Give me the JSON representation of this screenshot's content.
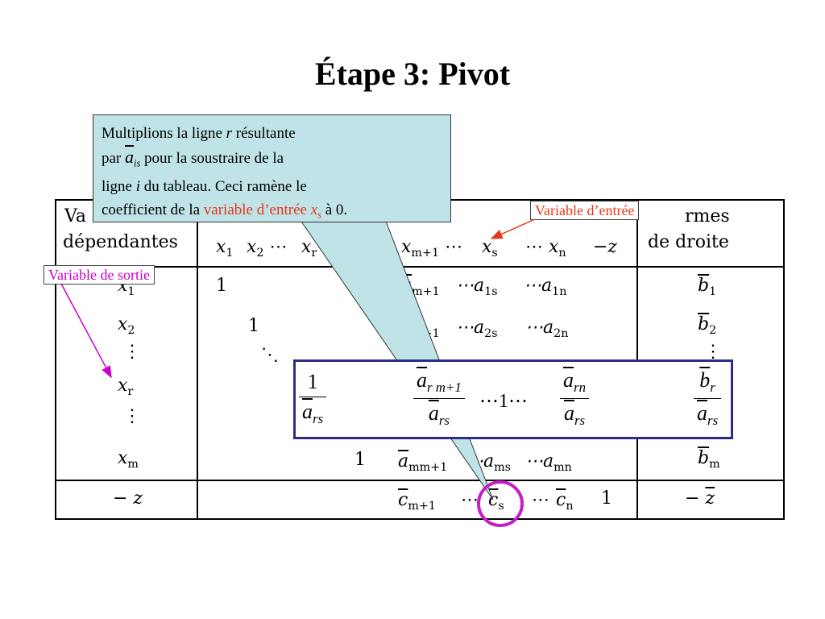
{
  "slide": {
    "title": "Étape 3: Pivot"
  },
  "table": {
    "header": {
      "col1_line1": "Va",
      "col1_line2": "dépendantes",
      "col3_line1": "rmes",
      "col3_line2": "de droite"
    },
    "vars_header": [
      "x",
      "1",
      "x",
      "2",
      "⋯",
      "x",
      "r",
      "x",
      "m+1",
      "⋯",
      "x",
      "s",
      "⋯",
      "x",
      "n",
      "−z"
    ],
    "left_rows": [
      "x",
      "1",
      "x",
      "2",
      "⋮",
      "x",
      "r",
      "⋮",
      "x",
      "m"
    ],
    "rhs_rows": [
      "b",
      "1",
      "b",
      "2",
      "⋮",
      "b",
      "m"
    ],
    "cells": {
      "r1_one": "1",
      "r1_a1m1": "a",
      "r1_sub_m1": "m+1",
      "r1_a1s": "⋯a",
      "r1_sub_1s": "1s",
      "r1_a1n": "⋯a",
      "r1_sub_1n": "1n",
      "r2_one": "1",
      "r2_a2m1": "a",
      "r2_sub_m1": "m+1",
      "r2_a2s": "⋯a",
      "r2_sub_2s": "2s",
      "r2_a2n": "⋯a",
      "r2_sub_2n": "2n",
      "diag_dots": "⋱",
      "rm_one": "1",
      "rm_amm1": "a",
      "rm_sub_mm1": "mm+1",
      "rm_ams": "⋯a",
      "rm_sub_ms": "ms",
      "rm_amn": "⋯a",
      "rm_sub_mn": "mn",
      "z_label": "− z",
      "z_cm1": "c",
      "z_sub_m1": "m+1",
      "z_cs_dots": "⋯",
      "z_cs": "c",
      "z_sub_s": "s",
      "z_cn_dots": "⋯",
      "z_cn": "c",
      "z_sub_n": "n",
      "z_one": "1",
      "z_rhs": "−",
      "z_rhs_var": "z"
    }
  },
  "callout": {
    "t1": "Multiplions la ligne ",
    "r": "r",
    "t2": " résultante",
    "t3": "par ",
    "a": "a",
    "is": "is",
    "t4": " pour la soustraire de la",
    "t5": "ligne ",
    "i": "i",
    "t6": " du tableau. Ceci ramène le",
    "t7": "coefficient de la ",
    "red": "variable d’entrée ",
    "xs": "x",
    "s": "s",
    "t8": " à 0."
  },
  "labels": {
    "entree": "Variable d’entrée",
    "sortie": "Variable de sortie"
  },
  "pivot_row": {
    "f1_num": "1",
    "f1_den": "a",
    "f1_den_sub": "rs",
    "f2_num": "a",
    "f2_num_sub": "r m+1",
    "f2_den": "a",
    "f2_den_sub": "rs",
    "mid": "⋯1⋯",
    "f3_num": "a",
    "f3_num_sub": "rn",
    "f3_den": "a",
    "f3_den_sub": "rs",
    "f4_num": "b",
    "f4_num_sub": "r",
    "f4_den": "a",
    "f4_den_sub": "rs"
  },
  "colors": {
    "callout_bg": "#bfe3e6",
    "entree_arrow": "#e8371b",
    "sortie_arrow": "#c800c8",
    "pivot_border": "#2c2e86",
    "circle": "#c21fc9"
  }
}
